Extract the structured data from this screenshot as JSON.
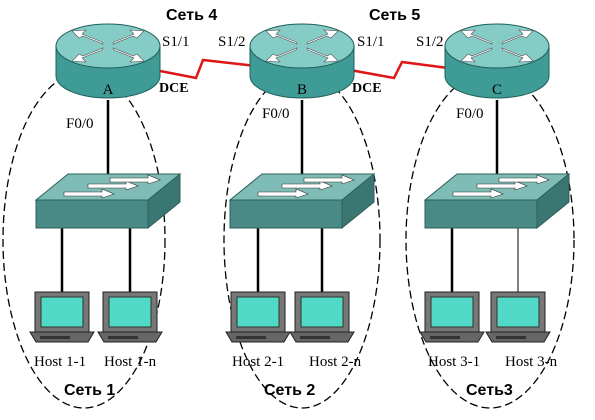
{
  "diagram": {
    "networks_top": [
      "Сеть 4",
      "Сеть 5"
    ],
    "networks_bottom": [
      "Сеть 1",
      "Сеть 2",
      "Сеть3"
    ],
    "routers": [
      {
        "letter": "A",
        "port_fa": "F0/0",
        "port_s_right": "S1/1"
      },
      {
        "letter": "B",
        "port_fa": "F0/0",
        "port_s_left": "S1/2",
        "port_s_right": "S1/1"
      },
      {
        "letter": "C",
        "port_fa": "F0/0",
        "port_s_left": "S1/2"
      }
    ],
    "links": [
      {
        "dce": "DCE"
      },
      {
        "dce": "DCE"
      }
    ],
    "hosts": [
      [
        "Host 1-1",
        "Host 1-n"
      ],
      [
        "Host 2-1",
        "Host 2-n"
      ],
      [
        "Host 3-1",
        "Host 3-n"
      ]
    ],
    "colors": {
      "device_teal": "#3f9b95",
      "device_light": "#86ccc6",
      "device_dark": "#1f5f5a",
      "switch_face": "#4a8a86",
      "switch_top": "#7fbcb6",
      "screen": "#4fd9c6",
      "serial_link": "#e01515"
    }
  }
}
